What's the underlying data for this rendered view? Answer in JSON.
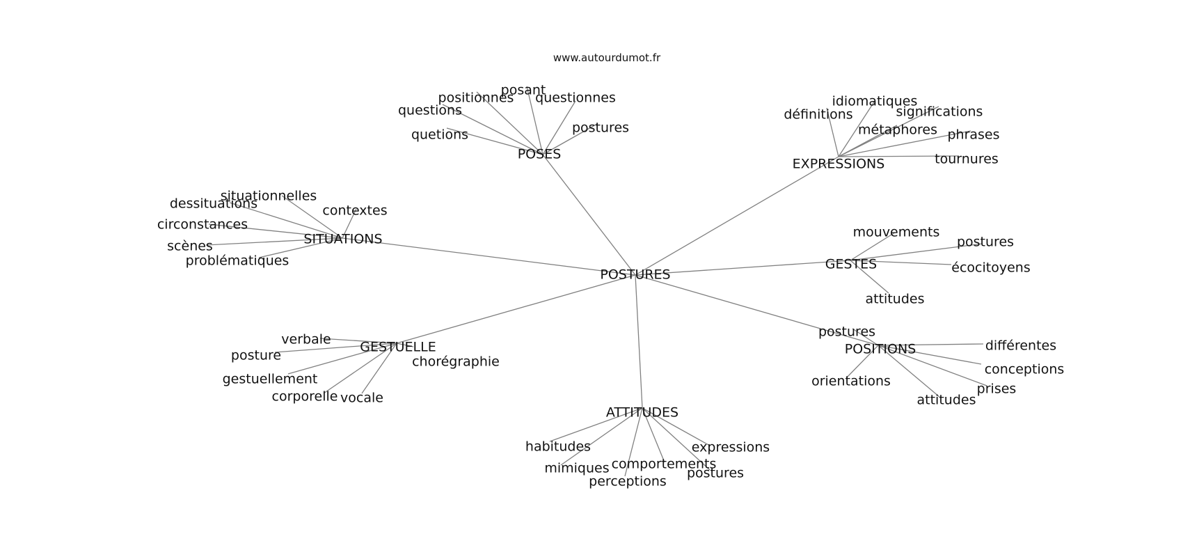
{
  "header": {
    "site_url": "www.autourdumot.fr"
  },
  "root": {
    "label": "POSTURES"
  },
  "hubs": [
    {
      "label": "POSES",
      "leaves": [
        "questions",
        "positionnes",
        "posant",
        "questionnes",
        "postures",
        "quetions"
      ]
    },
    {
      "label": "EXPRESSIONS",
      "leaves": [
        "définitions",
        "idiomatiques",
        "significations",
        "métaphores",
        "phrases",
        "tournures"
      ]
    },
    {
      "label": "SITUATIONS",
      "leaves": [
        "situationnelles",
        "dessituations",
        "contextes",
        "circonstances",
        "scènes",
        "problématiques"
      ]
    },
    {
      "label": "GESTES",
      "leaves": [
        "mouvements",
        "postures",
        "écocitoyens",
        "attitudes"
      ]
    },
    {
      "label": "GESTUELLE",
      "leaves": [
        "verbale",
        "posture",
        "chorégraphie",
        "gestuellement",
        "corporelle",
        "vocale"
      ]
    },
    {
      "label": "POSITIONS",
      "leaves": [
        "postures",
        "différentes",
        "conceptions",
        "orientations",
        "prises",
        "attitudes"
      ]
    },
    {
      "label": "ATTITUDES",
      "leaves": [
        "habitudes",
        "expressions",
        "comportements",
        "mimiques",
        "postures",
        "perceptions"
      ]
    }
  ]
}
